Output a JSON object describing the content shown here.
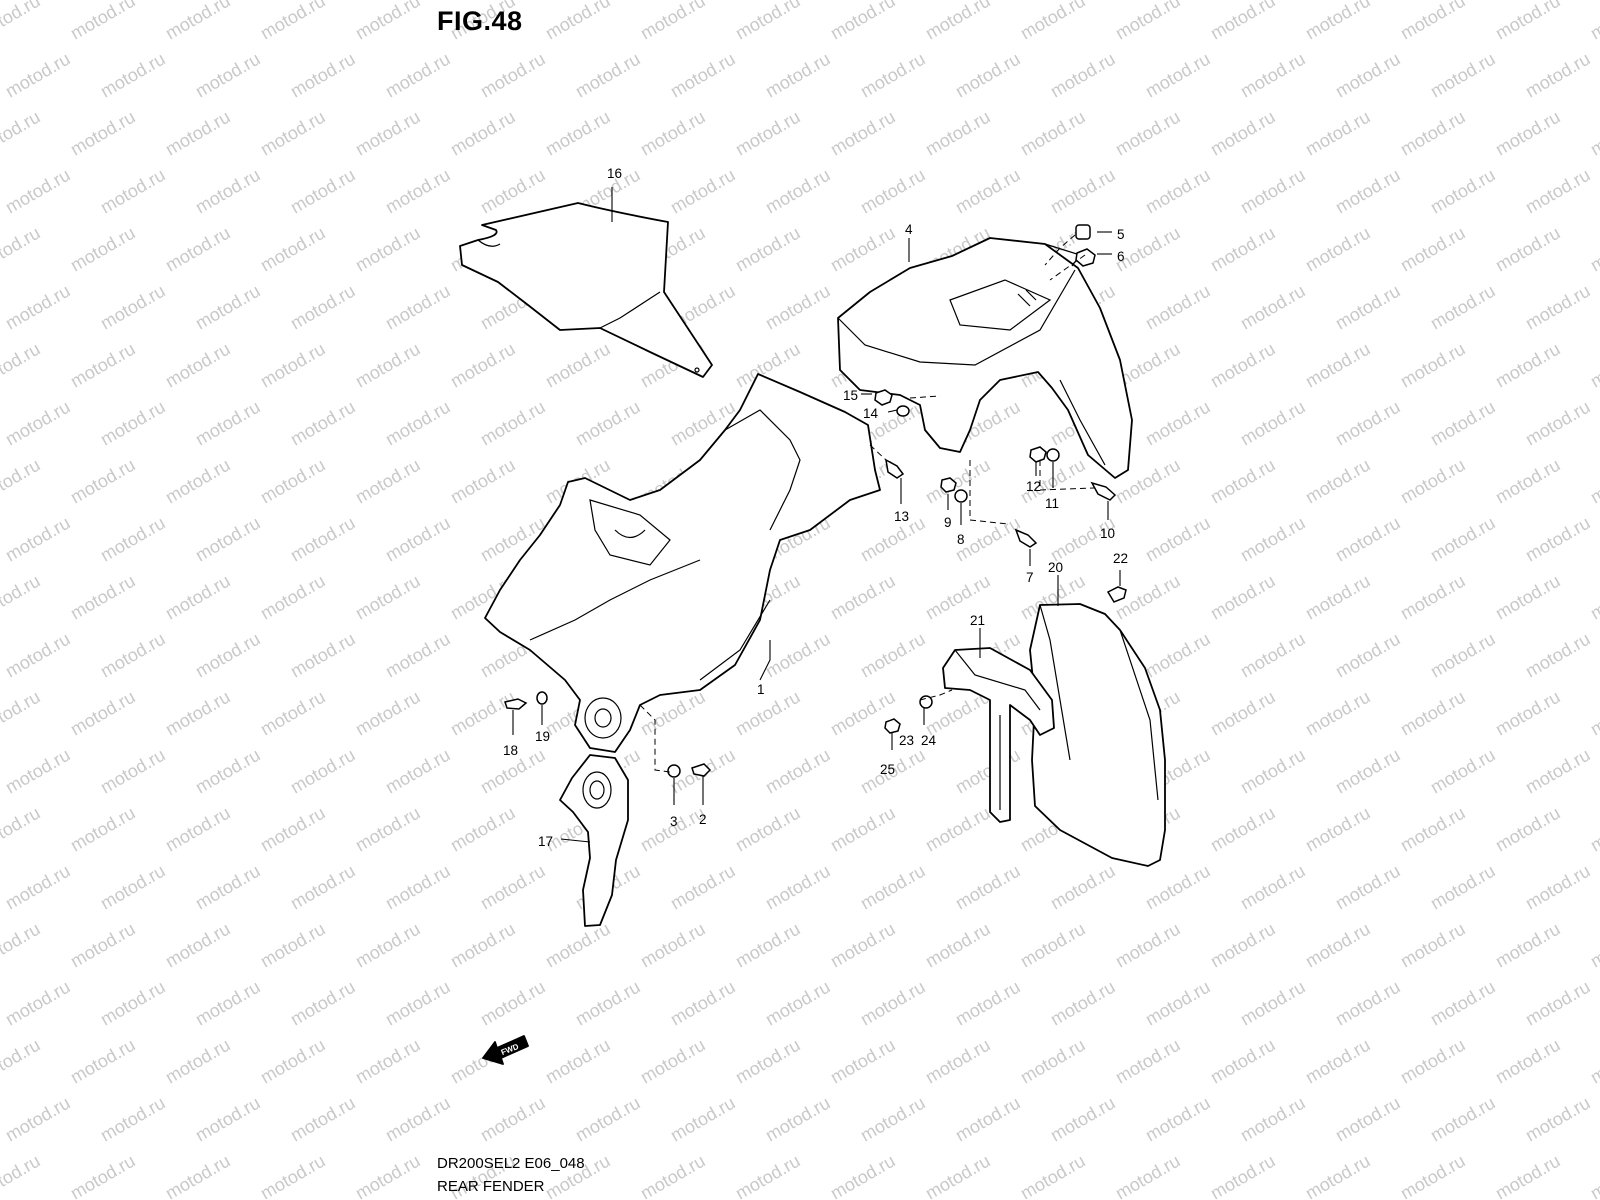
{
  "figure": {
    "title": "FIG.48",
    "model_code": "DR200SEL2 E06_048",
    "section_name": "REAR FENDER",
    "fwd_label": "FWD"
  },
  "watermark": {
    "text": "motod.ru",
    "color": "#c9c9c9"
  },
  "callouts": [
    {
      "id": "c1",
      "label": "1"
    },
    {
      "id": "c2",
      "label": "2"
    },
    {
      "id": "c3",
      "label": "3"
    },
    {
      "id": "c4",
      "label": "4"
    },
    {
      "id": "c5",
      "label": "5"
    },
    {
      "id": "c6",
      "label": "6"
    },
    {
      "id": "c7",
      "label": "7"
    },
    {
      "id": "c8",
      "label": "8"
    },
    {
      "id": "c9",
      "label": "9"
    },
    {
      "id": "c10",
      "label": "10"
    },
    {
      "id": "c11",
      "label": "11"
    },
    {
      "id": "c12",
      "label": "12"
    },
    {
      "id": "c13",
      "label": "13"
    },
    {
      "id": "c14",
      "label": "14"
    },
    {
      "id": "c15",
      "label": "15"
    },
    {
      "id": "c16",
      "label": "16"
    },
    {
      "id": "c17",
      "label": "17"
    },
    {
      "id": "c18",
      "label": "18"
    },
    {
      "id": "c19",
      "label": "19"
    },
    {
      "id": "c20",
      "label": "20"
    },
    {
      "id": "c21",
      "label": "21"
    },
    {
      "id": "c22",
      "label": "22"
    },
    {
      "id": "c23",
      "label": "23"
    },
    {
      "id": "c24",
      "label": "24"
    },
    {
      "id": "c25",
      "label": "25"
    }
  ]
}
